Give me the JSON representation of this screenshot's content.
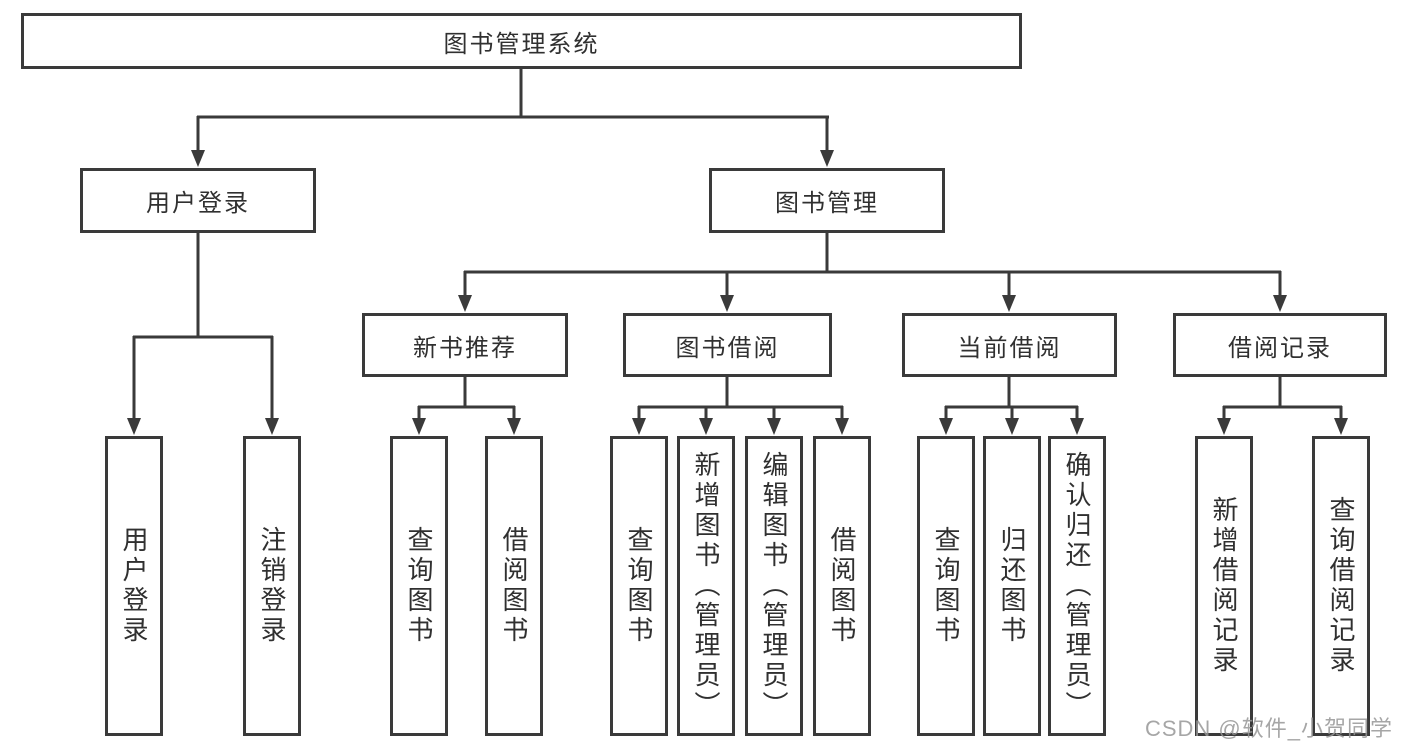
{
  "diagram": {
    "title": "图书管理系统",
    "watermark": "CSDN @软件_小贺同学",
    "colors": {
      "line": "#3a3a3a",
      "text": "#303030",
      "box_bg": "#ffffff"
    },
    "root": {
      "label": "图书管理系统"
    },
    "level2": [
      {
        "label": "用户登录"
      },
      {
        "label": "图书管理"
      }
    ],
    "level3": [
      {
        "label": "新书推荐"
      },
      {
        "label": "图书借阅"
      },
      {
        "label": "当前借阅"
      },
      {
        "label": "借阅记录"
      }
    ],
    "leaves": {
      "user_login": [
        {
          "label": "用户登录"
        },
        {
          "label": "注销登录"
        }
      ],
      "new_book": [
        {
          "label": "查询图书"
        },
        {
          "label": "借阅图书"
        }
      ],
      "book_borrow": [
        {
          "label": "查询图书"
        },
        {
          "label": "新增图书（管理员）"
        },
        {
          "label": "编辑图书（管理员）"
        },
        {
          "label": "借阅图书"
        }
      ],
      "current_borrow": [
        {
          "label": "查询图书"
        },
        {
          "label": "归还图书"
        },
        {
          "label": "确认归还（管理员）"
        }
      ],
      "borrow_record": [
        {
          "label": "新增借阅记录"
        },
        {
          "label": "查询借阅记录"
        }
      ]
    }
  }
}
